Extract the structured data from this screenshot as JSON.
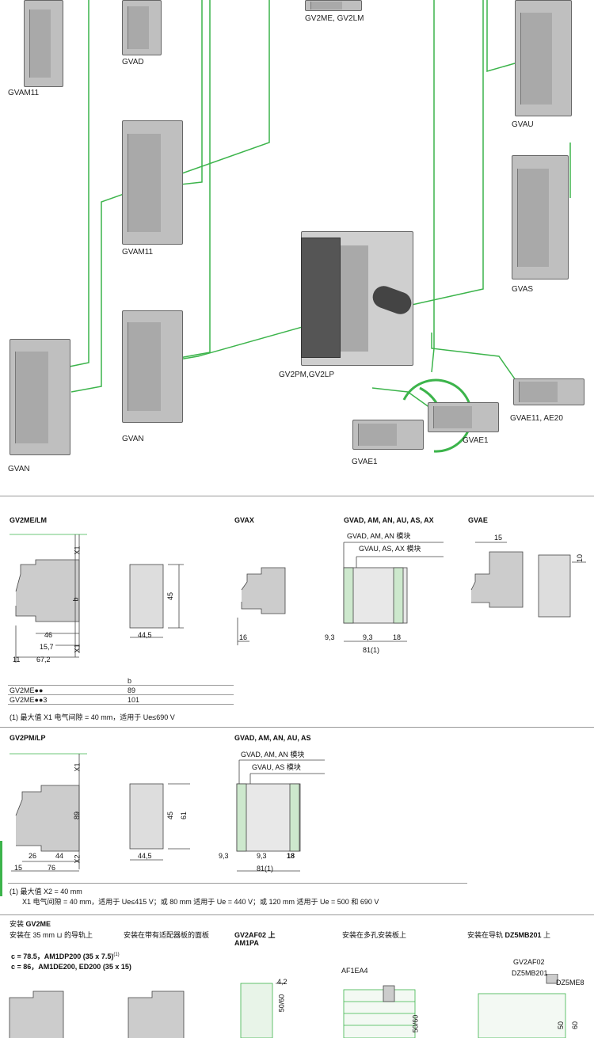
{
  "diagram": {
    "labels": {
      "gv2me": "GV2ME, GV2LM",
      "gvam11_top": "GVAM11",
      "gvad": "GVAD",
      "gvau": "GVAU",
      "gvam11_mid": "GVAM11",
      "gvas": "GVAS",
      "gv2pm": "GV2PM,GV2LP",
      "gvan_mid": "GVAN",
      "gvae11": "GVAE11, AE20",
      "gvae1_right": "GVAE1",
      "gvae1_left": "GVAE1",
      "gvan_left": "GVAN"
    },
    "line_color": "#3cb44b"
  },
  "section1": {
    "headers": {
      "gv2me_lm": "GV2ME/LM",
      "gvax": "GVAX",
      "gvad_group": "GVAD, AM, AN, AU, AS, AX",
      "gvae": "GVAE"
    },
    "dims": {
      "x1": "X1",
      "b": "b",
      "d46": "46",
      "d15_7": "15,7",
      "d11": "11",
      "d67_2": "67,2",
      "d44_5": "44,5",
      "d45": "45",
      "d16": "16",
      "mod_a": "GVAD, AM, AN 模块",
      "mod_b": "GVAU, AS, AX 模块",
      "d9_3a": "9,3",
      "d9_3b": "9,3",
      "d18": "18",
      "d81": "81(1)",
      "d15": "15",
      "d10": "10"
    },
    "table": {
      "col_b": "b",
      "rows": [
        {
          "name": "GV2ME●●",
          "value": "89"
        },
        {
          "name": "GV2ME●●3",
          "value": "101"
        }
      ]
    },
    "note": "(1) 最大值 X1 电气间隙 = 40 mm，适用于 Ue≤690 V"
  },
  "section2": {
    "headers": {
      "gv2pm_lp": "GV2PM/LP",
      "gvad_group": "GVAD, AM, AN, AU, AS"
    },
    "dims": {
      "x1": "X1",
      "x2": "X2",
      "d89": "89",
      "d26": "26",
      "d44": "44",
      "d15": "15",
      "d76": "76",
      "d44_5": "44,5",
      "d45": "45",
      "d61": "61",
      "mod_a": "GVAD, AM, AN 模块",
      "mod_b": "GVAU, AS 模块",
      "d9_3a": "9,3",
      "d9_3b": "9,3",
      "d18": "18",
      "d81": "81(1)"
    },
    "note_line1": "(1) 最大值 X2 = 40 mm",
    "note_line2": "X1 电气间隙 = 40 mm，适用于 Ue≤415 V；或 80 mm 适用于 Ue = 440 V；或 120 mm 适用于 Ue = 500 和 690 V"
  },
  "section3": {
    "title_prefix": "安装 ",
    "title_bold": "GV2ME",
    "col1": "安装在 35 mm ⊔ 的导轨上",
    "col2": "安装在带有适配器板的面板",
    "col3_line1": "GV2AF02 上",
    "col3_line2": "AM1PA",
    "col4": "安装在多孔安装板上",
    "col5_prefix": "安装在导轨 ",
    "col5_bold": "DZ5MB201",
    "col5_suffix": " 上",
    "c1": "c = 78.5，AM1DP200 (35 x 7.5)",
    "c1_sup": "(1)",
    "c2": "c = 86，AM1DE200, ED200  (35 x 15)",
    "d4_2": "4,2",
    "d50_60a": "50/60",
    "af1ea4": "AF1EA4",
    "d50_60b": "50/60",
    "gv2af02": "GV2AF02",
    "dz5mb201": "DZ5MB201",
    "dz5me8": "DZ5ME8",
    "d50": "50",
    "d60": "60"
  }
}
